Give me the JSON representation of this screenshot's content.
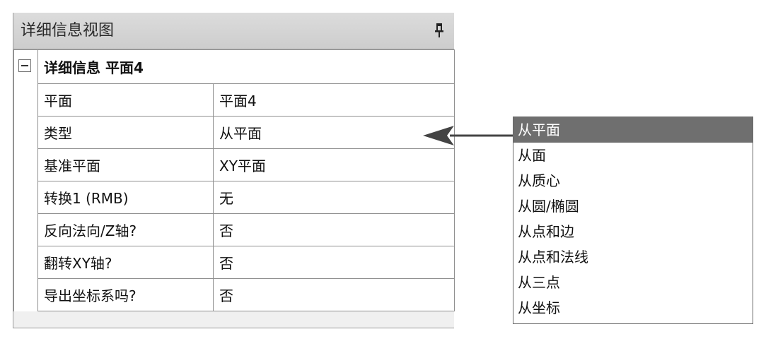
{
  "panel": {
    "title": "详细信息视图",
    "section_title": "详细信息 平面4",
    "rows": [
      {
        "property": "平面",
        "value": "平面4"
      },
      {
        "property": "类型",
        "value": "从平面"
      },
      {
        "property": "基准平面",
        "value": "XY平面"
      },
      {
        "property": "转换1 (RMB)",
        "value": "无"
      },
      {
        "property": "反向法向/Z轴?",
        "value": "否"
      },
      {
        "property": "翻转XY轴?",
        "value": "否"
      },
      {
        "property": "导出坐标系吗?",
        "value": "否"
      }
    ]
  },
  "dropdown": {
    "selected": "从平面",
    "options": [
      "从平面",
      "从面",
      "从质心",
      "从圆/椭圆",
      "从点和边",
      "从点和法线",
      "从三点",
      "从坐标"
    ]
  },
  "icons": {
    "pin": "pin-icon",
    "collapse": "minus-box-icon",
    "arrow": "left-arrow-icon"
  },
  "colors": {
    "titlebar": "#d4d4d4",
    "selected_option": "#6f6f6f",
    "grid_border": "#8f8f8f"
  }
}
